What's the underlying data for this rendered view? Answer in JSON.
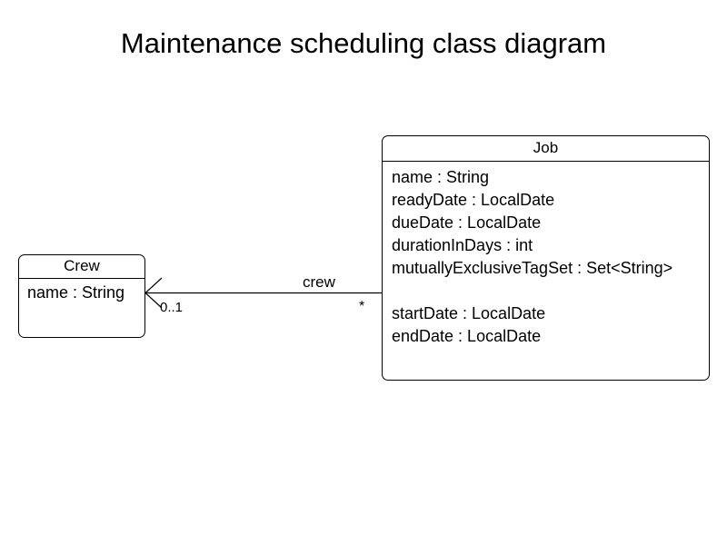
{
  "diagram": {
    "title": "Maintenance scheduling class diagram",
    "background_color": "#ffffff",
    "line_color": "#000000",
    "text_color": "#000000"
  },
  "classes": [
    {
      "id": "crew",
      "name": "Crew",
      "attributes": [
        "name : String"
      ],
      "operations": []
    },
    {
      "id": "job",
      "name": "Job",
      "attributes": [
        "name : String",
        "readyDate : LocalDate",
        "dueDate : LocalDate",
        "durationInDays : int",
        "mutuallyExclusiveTagSet : Set<String>",
        "",
        "startDate : LocalDate",
        "endDate : LocalDate"
      ],
      "operations": []
    }
  ],
  "associations": [
    {
      "id": "job-crew",
      "source": "Job",
      "target": "Crew",
      "role_label": "crew",
      "target_multiplicity": "0..1",
      "source_multiplicity": "*",
      "arrow_style": "open-arrow"
    }
  ]
}
